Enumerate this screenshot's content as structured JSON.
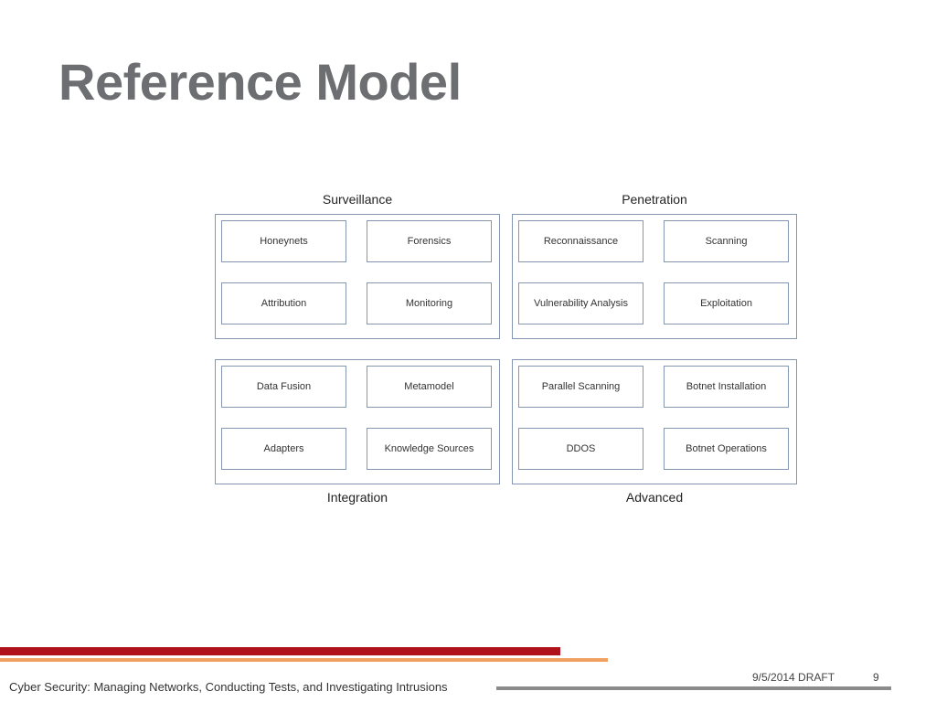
{
  "slide": {
    "title": "Reference Model"
  },
  "diagram": {
    "groups": [
      {
        "label": "Surveillance",
        "cells": [
          "Honeynets",
          "Forensics",
          "Attribution",
          "Monitoring"
        ]
      },
      {
        "label": "Penetration",
        "cells": [
          "Reconnaissance",
          "Scanning",
          "Vulnerability Analysis",
          "Exploitation"
        ]
      },
      {
        "label": "Integration",
        "cells": [
          "Data Fusion",
          "Metamodel",
          "Adapters",
          "Knowledge Sources"
        ]
      },
      {
        "label": "Advanced",
        "cells": [
          "Parallel Scanning",
          "Botnet Installation",
          "DDOS",
          "Botnet Operations"
        ]
      }
    ]
  },
  "footer": {
    "course_title": "Cyber Security: Managing Networks, Conducting Tests, and Investigating Intrusions",
    "date_status": "9/5/2014 DRAFT",
    "page_number": "9"
  },
  "colors": {
    "title": "#6d6e71",
    "box_border": "#8496b0",
    "bar_red": "#b0121b",
    "bar_orange": "#f0a060",
    "bar_gray": "#8a8a8a"
  }
}
